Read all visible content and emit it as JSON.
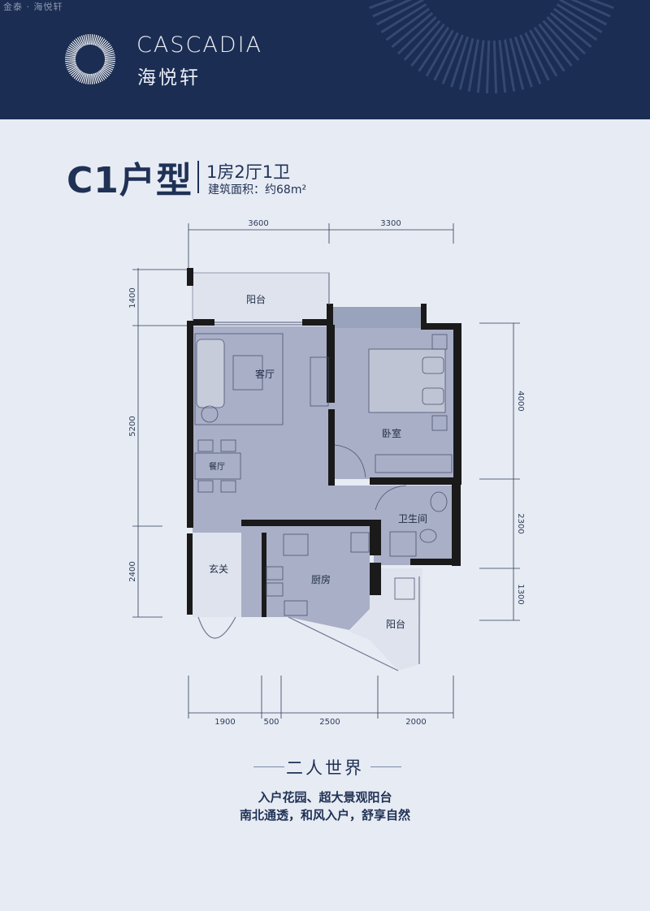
{
  "watermark": "金泰 · 海悦轩",
  "brand": {
    "name_en": "CASCADIA",
    "name_cn": "海悦轩"
  },
  "title": {
    "unit_type": "C1户型",
    "layout": "1房2厅1卫",
    "area_label": "建筑面积：约68m²"
  },
  "floor_plan": {
    "rooms": {
      "balcony_north": "阳台",
      "living_room": "客厅",
      "dining_room": "餐厅",
      "bedroom": "卧室",
      "bathroom": "卫生间",
      "entrance": "玄关",
      "kitchen": "厨房",
      "balcony_south": "阳台"
    },
    "dimensions": {
      "top": [
        "3600",
        "3300"
      ],
      "left": [
        "1400",
        "5200",
        "2400"
      ],
      "right": [
        "4000",
        "2300",
        "1300"
      ],
      "bottom": [
        "1900",
        "500",
        "2500",
        "2000"
      ]
    }
  },
  "footer": {
    "heading": "二人世界",
    "line1": "入户花园、超大景观阳台",
    "line2": "南北通透，和风入户，舒享自然"
  },
  "colors": {
    "header_bg": "#1b2d52",
    "page_bg": "#e7ebf3",
    "room_fill": "#a9afc7",
    "wall": "#1a1a1a"
  }
}
